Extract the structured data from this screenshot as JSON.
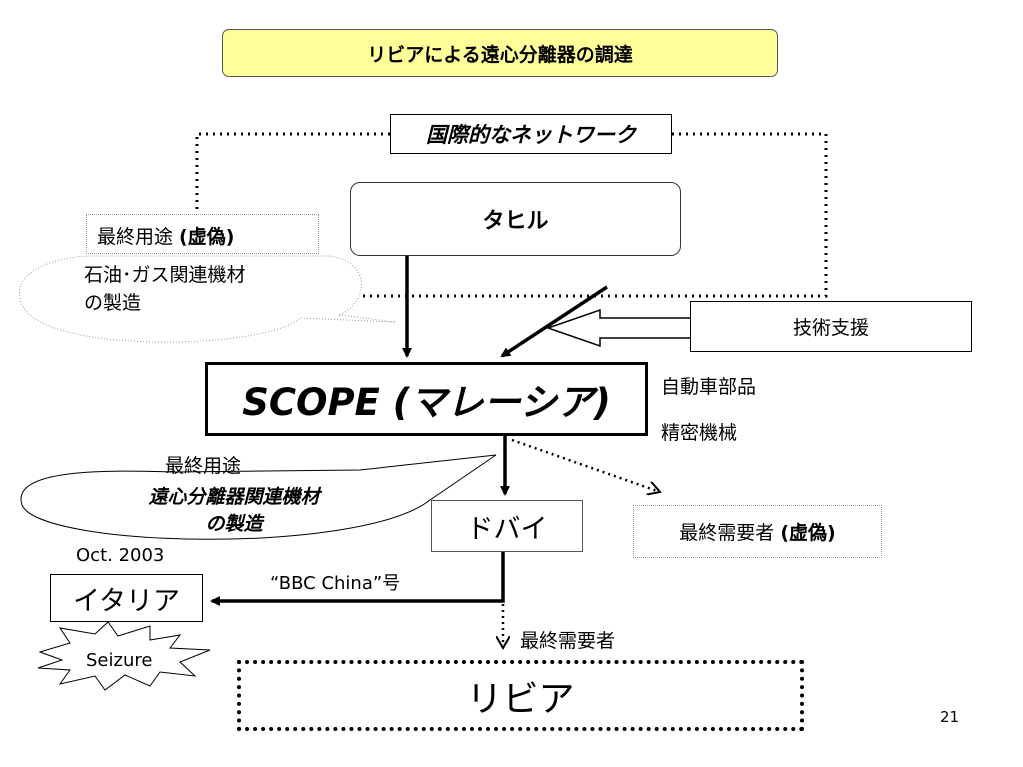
{
  "title": "リビアによる遠心分離器の調達",
  "network_label": "国際的なネットワーク",
  "tahir": "タヒル",
  "end_use_false": {
    "prefix": "最終用途 ",
    "suffix": "(虚偽)"
  },
  "bubble1": {
    "line1": "石油･ガス関連機材",
    "line2": "の製造"
  },
  "tech_support": "技術支援",
  "scope": "SCOPE (マレーシア)",
  "scope_side": {
    "line1": "自動車部品",
    "line2": "精密機械"
  },
  "bubble2": {
    "label": "最終用途",
    "line1": "遠心分離器関連機材",
    "line2": "の製造"
  },
  "dubai": "ドバイ",
  "end_user_false": {
    "prefix": "最終需要者 ",
    "suffix": "(虚偽)"
  },
  "date": "Oct. 2003",
  "italy": "イタリア",
  "ship": "“BBC China”号",
  "end_user": "最終需要者",
  "seizure": "Seizure",
  "libya": "リビア",
  "page_number": "21"
}
